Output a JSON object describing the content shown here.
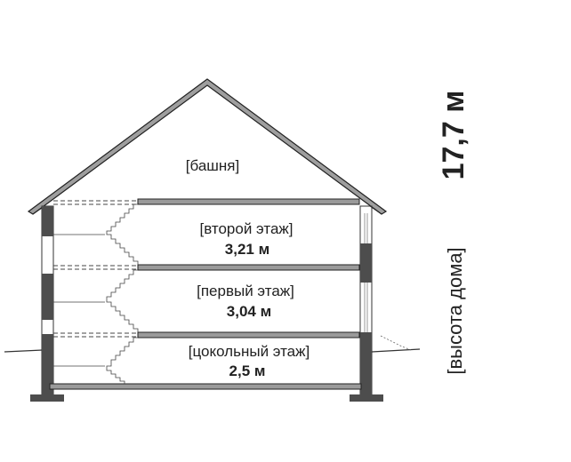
{
  "diagram": {
    "tower": {
      "label": "[башня]"
    },
    "second_floor": {
      "label": "[второй этаж]",
      "height": "3,21 м"
    },
    "first_floor": {
      "label": "[первый этаж]",
      "height": "3,04 м"
    },
    "basement": {
      "label": "[цокольный этаж]",
      "height": "2,5 м"
    },
    "total": {
      "value": "17,7 м",
      "label": "[высота дома]"
    }
  },
  "colors": {
    "wall": "#4d4d4d",
    "outline": "#222222",
    "roof_fill": "#9e9e9e",
    "text": "#222222"
  }
}
